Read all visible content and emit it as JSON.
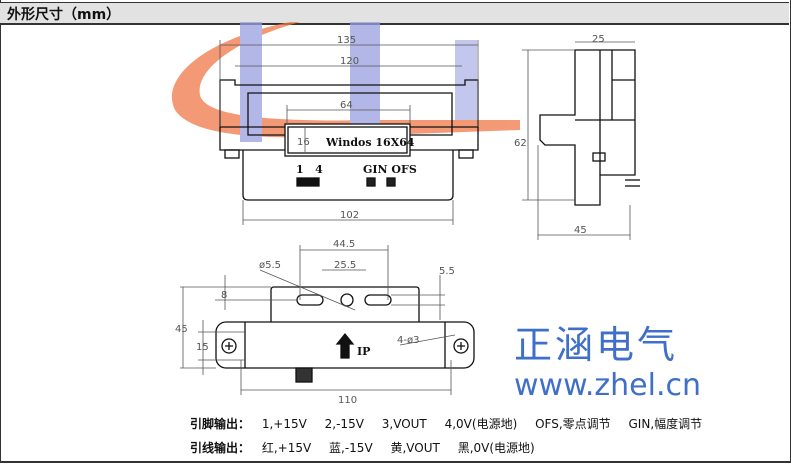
{
  "header": {
    "title": "外形尺寸（mm）"
  },
  "drawing": {
    "front": {
      "dim_overall": "135",
      "dim_inner": "120",
      "dim_window": "64",
      "dim_window_h": "16",
      "window_label": "Windos 16X64",
      "pin_label": "1   4",
      "adjust_label": "GIN OFS",
      "dim_base": "102"
    },
    "side": {
      "dim_width": "25",
      "dim_height": "62",
      "dim_depth": "45"
    },
    "bottom": {
      "dim_slot_span": "44.5",
      "dim_hole_span": "25.5",
      "dim_hole_dia": "ø5.5",
      "dim_slot_w": "5.5",
      "dim_offset": "8",
      "dim_height": "45",
      "dim_mount_h": "15",
      "dim_mount_holes": "4-ø3",
      "current_label": "IP",
      "dim_mount_span": "110"
    }
  },
  "brand": {
    "name": "正涵电气",
    "url": "www.zhel.cn",
    "color": "#3f6fc9",
    "logo_colors": [
      "#f0643c",
      "#8890d8"
    ]
  },
  "notes": {
    "pins_title": "引脚输出：",
    "pins": [
      "1,+15V",
      "2,-15V",
      "3,VOUT",
      "4,0V(电源地)",
      "OFS,零点调节",
      "GIN,幅度调节"
    ],
    "wires_title": "引线输出：",
    "wires": [
      "红,+15V",
      "蓝,-15V",
      "黄,VOUT",
      "黑,0V(电源地)"
    ]
  }
}
